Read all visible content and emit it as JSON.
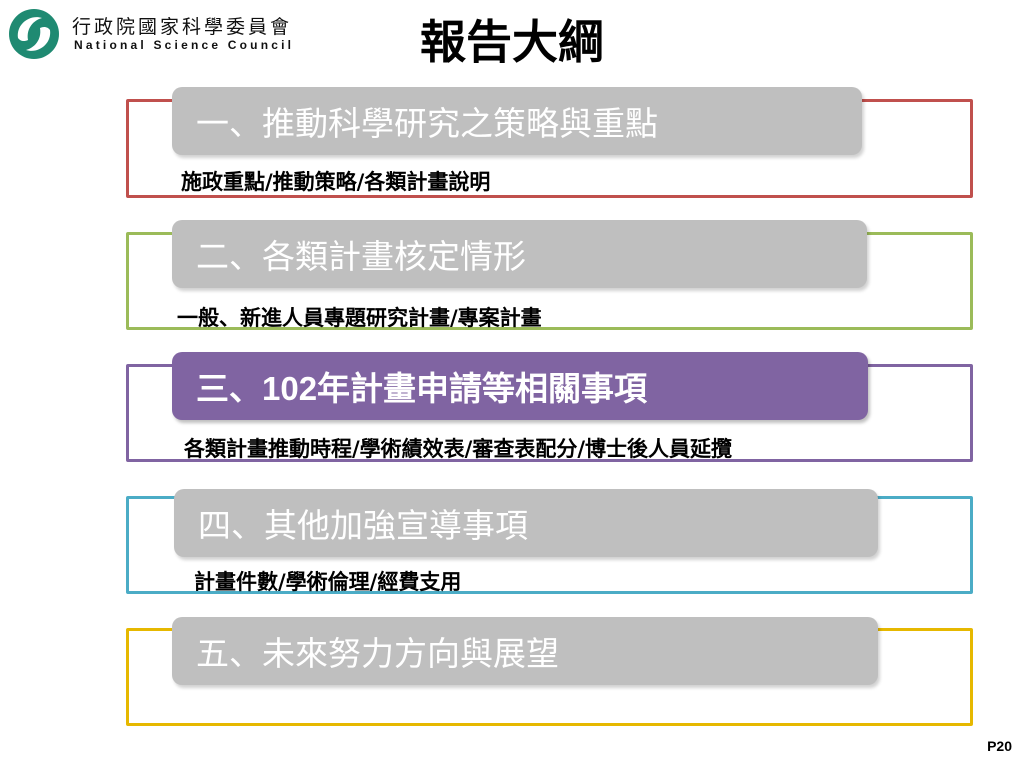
{
  "header": {
    "org_name_cn": "行政院國家科學委員會",
    "org_name_en": "National Science Council",
    "title": "報告大綱"
  },
  "sections": [
    {
      "heading": "一、推動科學研究之策略與重點",
      "subtitle": "施政重點/推動策略/各類計畫說明",
      "frame_color": "#c0504d",
      "highlighted": false
    },
    {
      "heading": "二、各類計畫核定情形",
      "subtitle": "一般、新進人員專題研究計畫/專案計畫",
      "frame_color": "#9bbb59",
      "highlighted": false
    },
    {
      "heading": "三、102年計畫申請等相關事項",
      "subtitle": "各類計畫推動時程/學術績效表/審查表配分/博士後人員延攬",
      "frame_color": "#8064a2",
      "highlighted": true
    },
    {
      "heading": "四、其他加強宣導事項",
      "subtitle": "計畫件數/學術倫理/經費支用",
      "frame_color": "#4bacc6",
      "highlighted": false
    },
    {
      "heading": "五、未來努力方向與展望",
      "subtitle": "",
      "frame_color": "#e6b800",
      "highlighted": false
    }
  ],
  "footer": {
    "page_number": "P20"
  },
  "colors": {
    "bar_grey": "#bfbfbf",
    "bar_highlight": "#8064a2",
    "logo_green": "#1f8a72"
  }
}
